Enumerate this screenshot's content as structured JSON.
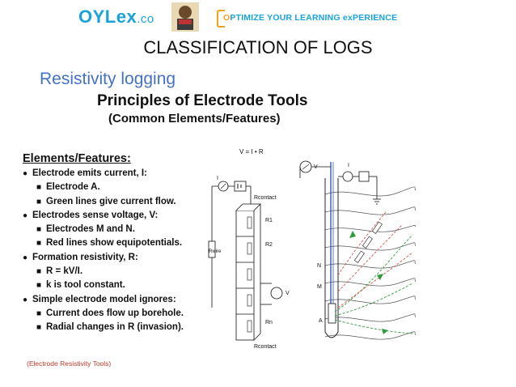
{
  "header": {
    "logo_main": "OYLex",
    "logo_suffix": ".co",
    "tagline_prefix": "PTIMIZE YOUR LEARNING ex",
    "tagline_prefix_o": "O",
    "tagline_suffix": "PERIENCE"
  },
  "slide": {
    "title": "CLASSIFICATION OF LOGS",
    "subtitle": "Resistivity logging",
    "principles_title": "Principles of Electrode Tools",
    "principles_subtitle": "(Common Elements/Features)",
    "features_heading": "Elements/Features:",
    "features": [
      {
        "level": 1,
        "text": "Electrode emits current, I:"
      },
      {
        "level": 2,
        "text": "Electrode A."
      },
      {
        "level": 2,
        "text": "Green lines give current flow."
      },
      {
        "level": 1,
        "text": "Electrodes sense voltage, V:"
      },
      {
        "level": 2,
        "text": "Electrodes M and N."
      },
      {
        "level": 2,
        "text": "Red lines show equipotentials."
      },
      {
        "level": 1,
        "text": "Formation resistivity, R:"
      },
      {
        "level": 2,
        "text": "R = kV/I."
      },
      {
        "level": 2,
        "text": "k is tool constant."
      },
      {
        "level": 1,
        "text": "Simple electrode model ignores:"
      },
      {
        "level": 2,
        "text": "Current does flow up borehole."
      },
      {
        "level": 2,
        "text": "Radial changes in R (invasion)."
      }
    ],
    "caption": "(Electrode Resistivity Tools)"
  },
  "diagram": {
    "formula": "V = I • R",
    "labels": {
      "i_left": "I",
      "i_right": "I",
      "v_top": "V",
      "v_side": "V",
      "rcontact_top": "Rcontact",
      "rcontact_bottom": "Rcontact",
      "r1": "R1",
      "r2": "R2",
      "rn": "Rn",
      "rwire": "Rwire",
      "n": "N",
      "m": "M",
      "a": "A"
    }
  },
  "colors": {
    "brand_blue": "#1aa3d9",
    "brand_orange": "#f0a21a",
    "subtitle_blue": "#4472c4",
    "caption_red": "#c0392b",
    "current_green": "#2e9b3a",
    "equipotential_red": "#d9534f"
  }
}
